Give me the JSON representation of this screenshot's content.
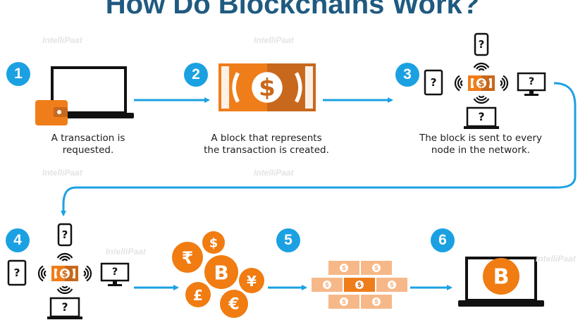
{
  "title": "How Do Blockchains Work?",
  "watermark": "IntelliPaat",
  "colors": {
    "accent_blue": "#1ba1e2",
    "orange": "#ef7d1a",
    "orange_dark": "#c8681c",
    "coin_orange": "#f07c12",
    "light_orange": "#f6b888",
    "title_blue": "#1f5a80",
    "ink": "#111111"
  },
  "steps": [
    {
      "number": "1",
      "caption_lines": [
        "A transaction is",
        "requested."
      ],
      "icon": "laptop-wallet-icon"
    },
    {
      "number": "2",
      "caption_lines": [
        "A block that represents",
        "the transaction is created."
      ],
      "icon": "dollar-banknote-icon"
    },
    {
      "number": "3",
      "caption_lines": [
        "The block is sent to every",
        "node in the network."
      ],
      "icon": "network-broadcast-icon"
    },
    {
      "number": "4",
      "caption_lines": [],
      "icon": "network-broadcast-icon"
    },
    {
      "number": "5",
      "caption_lines": [],
      "icon": "block-stack-icon"
    },
    {
      "number": "6",
      "caption_lines": [],
      "icon": "bitcoin-laptop-icon"
    }
  ],
  "glyphs": {
    "dollar": "$",
    "unknown": "?",
    "bitcoin": "B",
    "rupee": "₹",
    "pound": "£",
    "yen": "¥",
    "euro": "€"
  }
}
